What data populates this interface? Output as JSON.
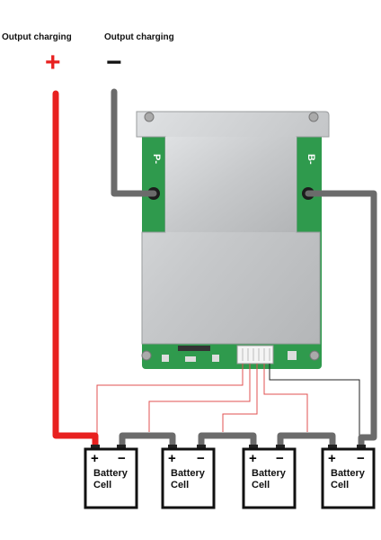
{
  "labels": {
    "output_positive": "Output charging",
    "output_negative": "Output charging"
  },
  "terminal_signs": {
    "positive": "+",
    "negative": "−"
  },
  "bms_board": {
    "pad_left_label": "P-",
    "pad_right_label": "B-"
  },
  "cells": [
    {
      "pos": "+",
      "neg": "−",
      "line1": "Battery",
      "line2": "Cell"
    },
    {
      "pos": "+",
      "neg": "−",
      "line1": "Battery",
      "line2": "Cell"
    },
    {
      "pos": "+",
      "neg": "−",
      "line1": "Battery",
      "line2": "Cell"
    },
    {
      "pos": "+",
      "neg": "−",
      "line1": "Battery",
      "line2": "Cell"
    }
  ],
  "colors": {
    "positive_wire": "#e8201f",
    "negative_wire": "#6b6b6b",
    "balance_wire": "#e05050",
    "sense_wire": "#222222",
    "pcb_green": "#2f9a4d",
    "heatsink": "#c9cbcd"
  }
}
